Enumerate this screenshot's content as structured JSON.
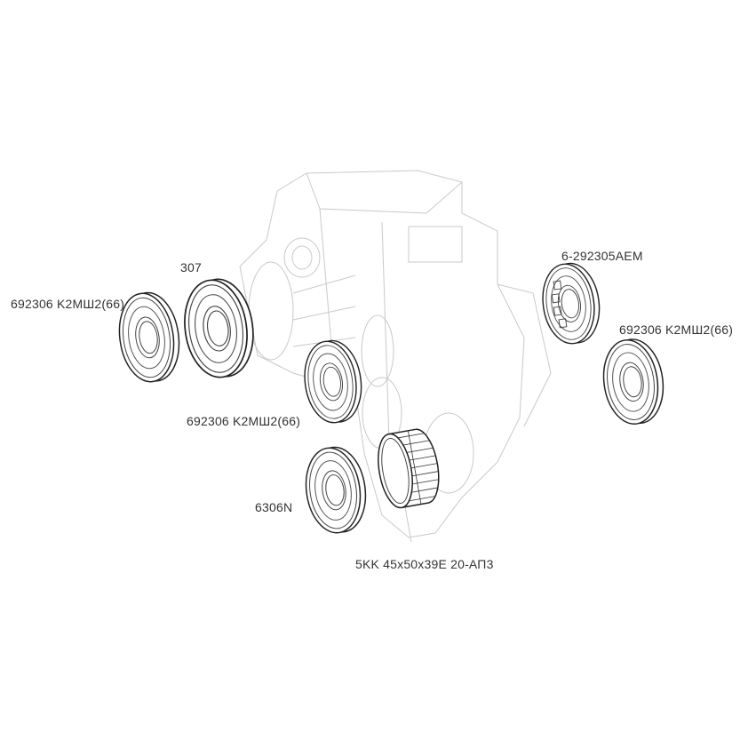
{
  "labels": {
    "bearing_left": "692306 K2МШ2(66)",
    "bearing_307": "307",
    "bearing_middle": "692306 K2МШ2(66)",
    "bearing_6306n": "6306N",
    "needle_cage": "5KK 45x50x39E 20-АП3",
    "bearing_top_right": "6-292305AEM",
    "bearing_right": "692306 K2МШ2(66)"
  }
}
